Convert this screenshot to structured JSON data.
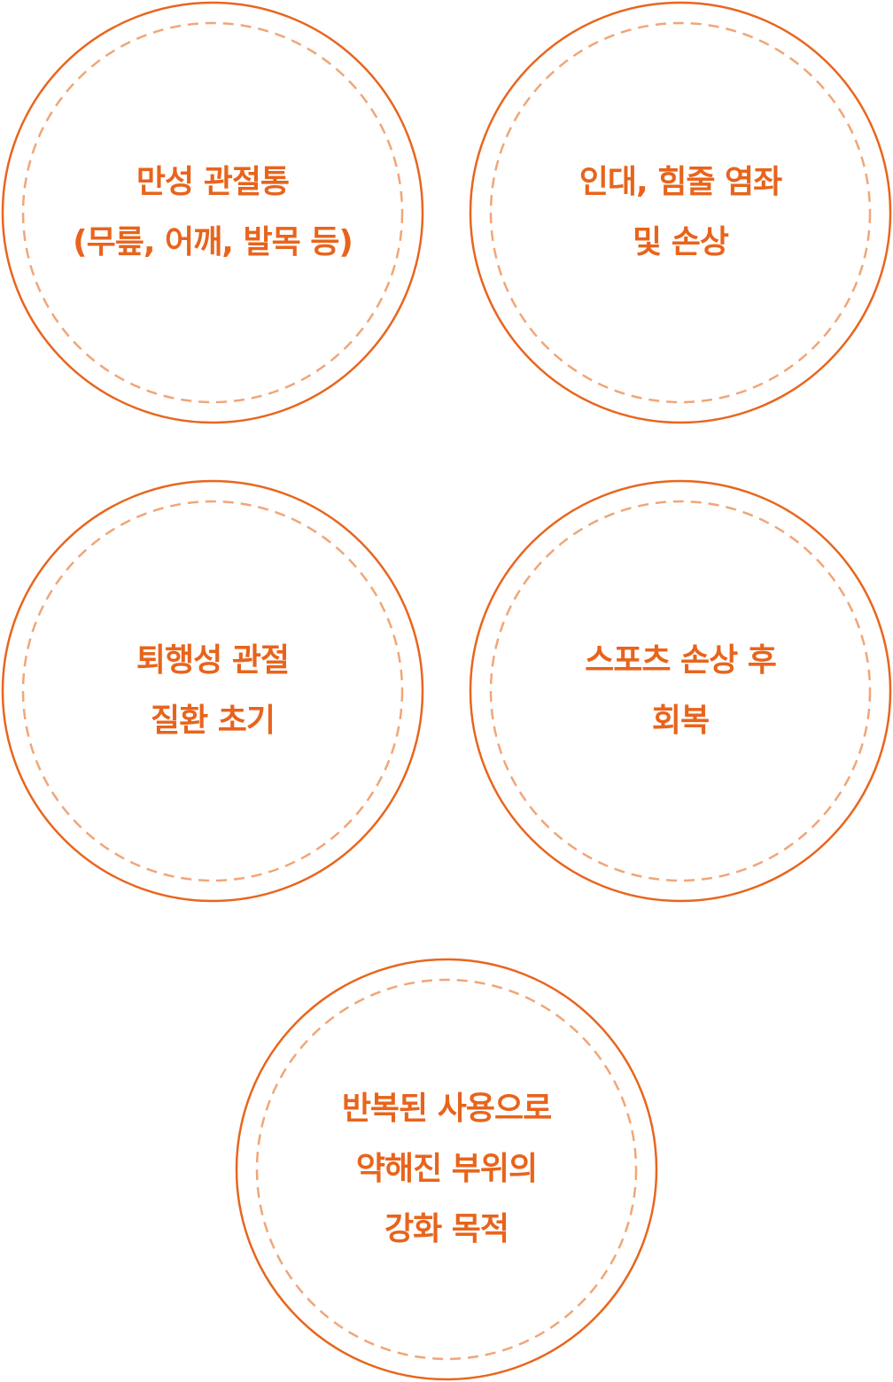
{
  "colors": {
    "outer_ring": "#e8661e",
    "inner_dashed_ring": "#f0a678",
    "text": "#e8641c",
    "background": "#ffffff"
  },
  "circles": [
    {
      "lines": [
        "만성 관절통",
        "(무릎, 어깨, 발목 등)"
      ]
    },
    {
      "lines": [
        "인대, 힘줄 염좌",
        "및 손상"
      ]
    },
    {
      "lines": [
        "퇴행성 관절",
        "질환 초기"
      ]
    },
    {
      "lines": [
        "스포츠 손상 후",
        "회복"
      ]
    },
    {
      "lines": [
        "반복된 사용으로",
        "약해진 부위의",
        "강화 목적"
      ]
    }
  ]
}
